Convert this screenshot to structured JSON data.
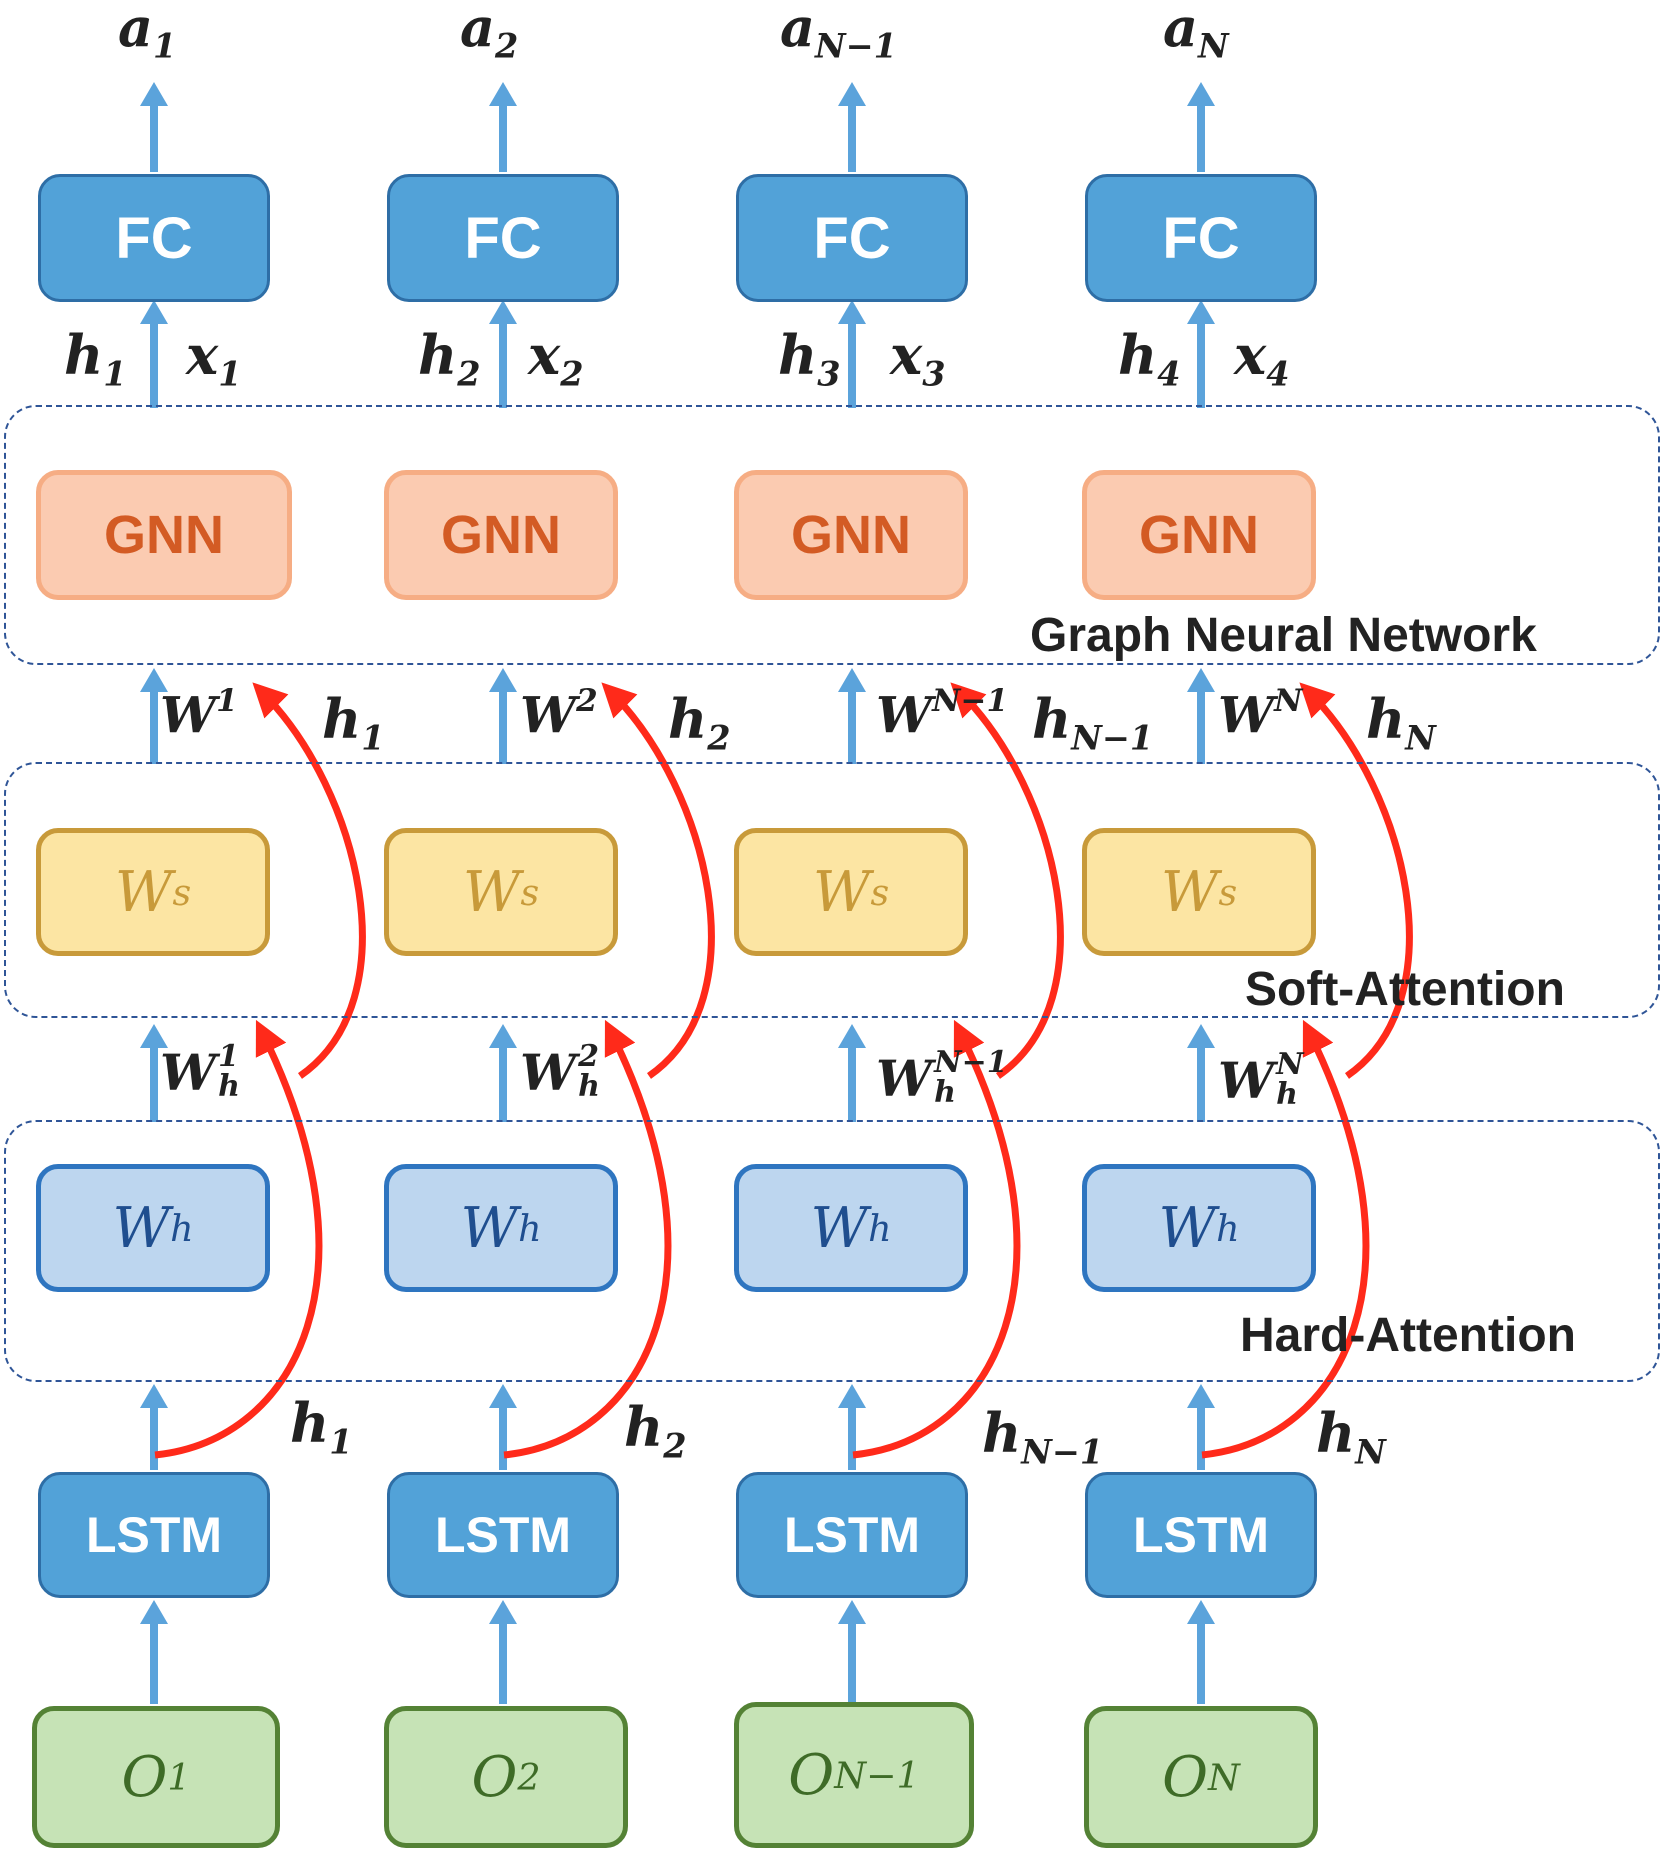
{
  "outputs": [
    {
      "base": "a",
      "sub": "1"
    },
    {
      "base": "a",
      "sub": "2"
    },
    {
      "base": "a",
      "sub": "N−1"
    },
    {
      "base": "a",
      "sub": "N"
    }
  ],
  "fc_label": "FC",
  "fc_inputs": [
    {
      "h": "h",
      "h_sub": "1",
      "x": "x",
      "x_sub": "1"
    },
    {
      "h": "h",
      "h_sub": "2",
      "x": "x",
      "x_sub": "2"
    },
    {
      "h": "h",
      "h_sub": "3",
      "x": "x",
      "x_sub": "3"
    },
    {
      "h": "h",
      "h_sub": "4",
      "x": "x",
      "x_sub": "4"
    }
  ],
  "gnn_label": "GNN",
  "regions": {
    "gnn": "Graph Neural Network",
    "soft": "Soft-Attention",
    "hard": "Hard-Attention"
  },
  "soft_outputs": [
    {
      "w": "W",
      "sup": "1",
      "h": "h",
      "h_sub": "1"
    },
    {
      "w": "W",
      "sup": "2",
      "h": "h",
      "h_sub": "2"
    },
    {
      "w": "W",
      "sup": "N−1",
      "h": "h",
      "h_sub": "N−1"
    },
    {
      "w": "W",
      "sup": "N",
      "h": "h",
      "h_sub": "N"
    }
  ],
  "ws_label": {
    "base": "W",
    "sub": "s"
  },
  "hard_outputs": [
    {
      "w": "W",
      "sup": "1",
      "sub": "h"
    },
    {
      "w": "W",
      "sup": "2",
      "sub": "h"
    },
    {
      "w": "W",
      "sup": "N−1",
      "sub": "h"
    },
    {
      "w": "W",
      "sup": "N",
      "sub": "h"
    }
  ],
  "wh_label": {
    "base": "W",
    "sub": "h"
  },
  "lstm_outputs": [
    {
      "h": "h",
      "h_sub": "1"
    },
    {
      "h": "h",
      "h_sub": "2"
    },
    {
      "h": "h",
      "h_sub": "N−1"
    },
    {
      "h": "h",
      "h_sub": "N"
    }
  ],
  "lstm_label": "LSTM",
  "observations": [
    {
      "base": "O",
      "sub": "1"
    },
    {
      "base": "O",
      "sub": "2"
    },
    {
      "base": "O",
      "sub": "N−1"
    },
    {
      "base": "O",
      "sub": "N"
    }
  ],
  "colors": {
    "arrow_blue": "#5BA3DB",
    "arrow_red": "#FF2A1A",
    "dash_border": "#2F5597"
  }
}
